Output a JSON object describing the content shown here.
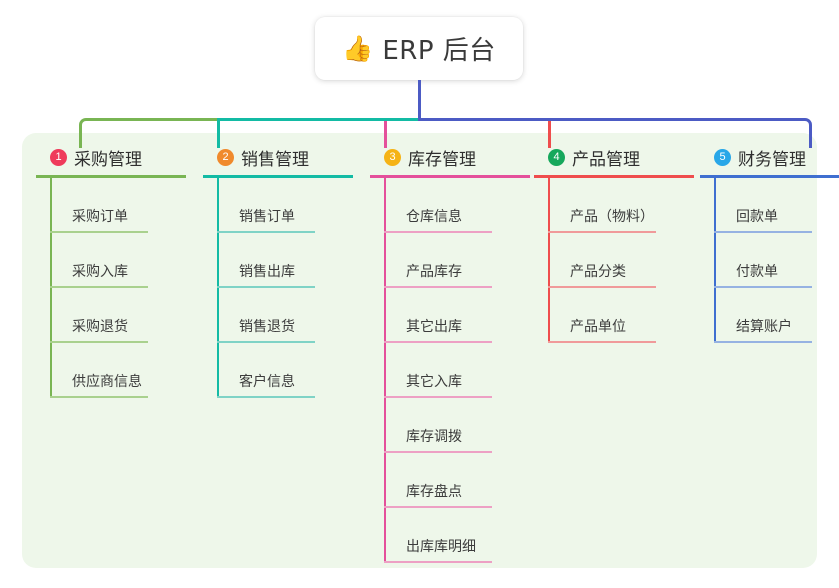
{
  "diagram": {
    "type": "mind-map",
    "root": {
      "icon": "thumbs-up-icon",
      "icon_glyph": "👍",
      "title": "ERP 后台",
      "stem_color": "#4c5bc4"
    },
    "panel_color": "#eef7ea",
    "branches": [
      {
        "number": "1",
        "title": "采购管理",
        "badge_color": "#ef3b5b",
        "line_color": "#79b553",
        "rule_color": "#a9d18e",
        "items": [
          {
            "label": "采购订单"
          },
          {
            "label": "采购入库"
          },
          {
            "label": "采购退货"
          },
          {
            "label": "供应商信息"
          }
        ]
      },
      {
        "number": "2",
        "title": "销售管理",
        "badge_color": "#f08a2c",
        "line_color": "#13bba4",
        "rule_color": "#7fd3c6",
        "items": [
          {
            "label": "销售订单"
          },
          {
            "label": "销售出库"
          },
          {
            "label": "销售退货"
          },
          {
            "label": "客户信息"
          }
        ]
      },
      {
        "number": "3",
        "title": "库存管理",
        "badge_color": "#f5b316",
        "line_color": "#e4509b",
        "rule_color": "#eda0c4",
        "items": [
          {
            "label": "仓库信息"
          },
          {
            "label": "产品库存"
          },
          {
            "label": "其它出库"
          },
          {
            "label": "其它入库"
          },
          {
            "label": "库存调拨"
          },
          {
            "label": "库存盘点"
          },
          {
            "label": "出库库明细"
          }
        ]
      },
      {
        "number": "4",
        "title": "产品管理",
        "badge_color": "#16a85c",
        "line_color": "#ef4d4d",
        "rule_color": "#f09a9a",
        "items": [
          {
            "label": "产品（物料）"
          },
          {
            "label": "产品分类"
          },
          {
            "label": "产品单位"
          }
        ]
      },
      {
        "number": "5",
        "title": "财务管理",
        "badge_color": "#28a7e8",
        "line_color": "#3f6fd0",
        "rule_color": "#96b2e2",
        "items": [
          {
            "label": "回款单"
          },
          {
            "label": "付款单"
          },
          {
            "label": "结算账户"
          }
        ]
      }
    ]
  }
}
